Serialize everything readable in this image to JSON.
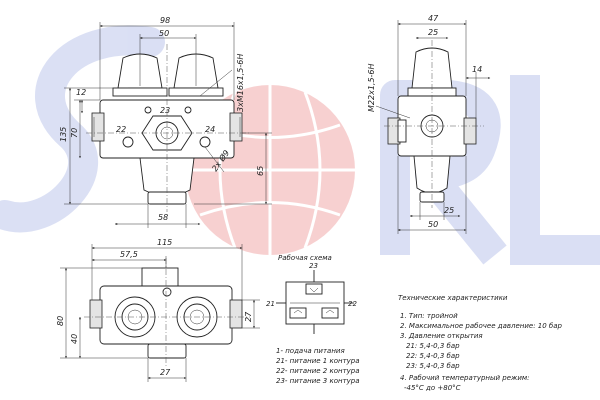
{
  "watermark": {
    "text": "SORL",
    "colors": [
      "#7d8fd8",
      "#e45a5a"
    ]
  },
  "front_view": {
    "dims": {
      "width": "98",
      "inner": "50",
      "left": "12",
      "top": "23",
      "side_left": "22",
      "side_right": "24",
      "height_total": "135",
      "height_main": "70",
      "height_right": "65",
      "bottom": "58",
      "thread": "3хМ16х1,5-6Н",
      "hole": "2х Ø9"
    }
  },
  "side_view": {
    "dims": {
      "width": "47",
      "top": "25",
      "offset": "14",
      "thread": "M22х1,5-6Н",
      "bottom_inner": "25",
      "bottom": "50"
    }
  },
  "plan_view": {
    "dims": {
      "width": "115",
      "offset": "57,5",
      "height": "80",
      "lower": "40",
      "right": "27",
      "bottom": "27"
    }
  },
  "scheme": {
    "title": "Рабочая схема",
    "ports": [
      "23",
      "21",
      "22"
    ]
  },
  "legend": [
    "1- подача питания",
    "21- питание 1 контура",
    "22- питание 2 контура",
    "23- питание 3 контура"
  ],
  "specs": {
    "title": "Технические характеристики",
    "items": [
      "1. Тип: тройной",
      "2. Максимальное рабочее давление: 10 бар",
      "3. Давление открытия",
      "21: 5,4-0,3 бар",
      "22: 5,4-0,3 бар",
      "23: 5,4-0,3 бар",
      "4. Рабочий температурный режим:",
      "-45°С до +80°С"
    ]
  }
}
